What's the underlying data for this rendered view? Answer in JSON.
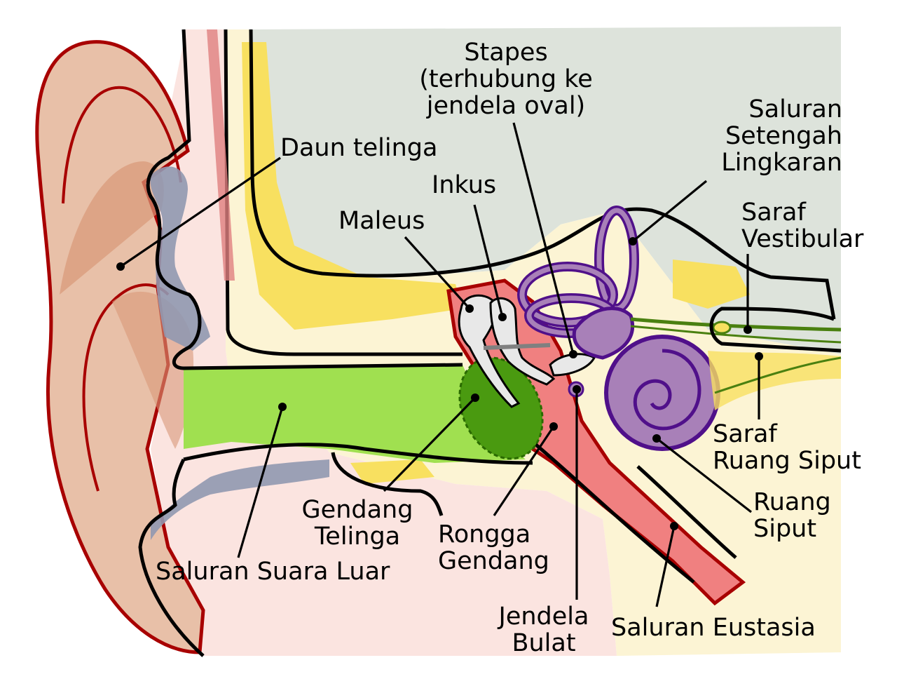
{
  "diagram": {
    "labels": {
      "daun_telinga": "Daun telinga",
      "maleus": "Maleus",
      "inkus": "Inkus",
      "stapes_l1": "Stapes",
      "stapes_l2": "(terhubung ke",
      "stapes_l3": "jendela oval)",
      "semicircular_l1": "Saluran",
      "semicircular_l2": "Setengah",
      "semicircular_l3": "Lingkaran",
      "vestibular_l1": "Saraf",
      "vestibular_l2": "Vestibular",
      "cochlear_nerve_l1": "Saraf",
      "cochlear_nerve_l2": "Ruang Siput",
      "cochlea_l1": "Ruang",
      "cochlea_l2": "Siput",
      "eardrum_l1": "Gendang",
      "eardrum_l2": "Telinga",
      "tympanic_l1": "Rongga",
      "tympanic_l2": "Gendang",
      "ear_canal": "Saluran Suara Luar",
      "round_window_l1": "Jendela",
      "round_window_l2": "Bulat",
      "eustachian": "Saluran Eustasia"
    },
    "colors": {
      "skin": "#e8c0a8",
      "skin_dark": "#d89878",
      "outline_red": "#a80000",
      "bone_bg": "#fcf4d4",
      "skull_grey": "#dde3db",
      "yellow_bone": "#f8e060",
      "canal_green": "#a0e050",
      "eardrum_green": "#4a9a10",
      "cochlea_purple": "#a880b8",
      "labyrinth_outline": "#50108a",
      "middle_ear_red": "#f08080",
      "nerve_green": "#4a8010",
      "cartilage_grey": "#9098b0",
      "ossicle_white": "#e8e8e8"
    }
  }
}
